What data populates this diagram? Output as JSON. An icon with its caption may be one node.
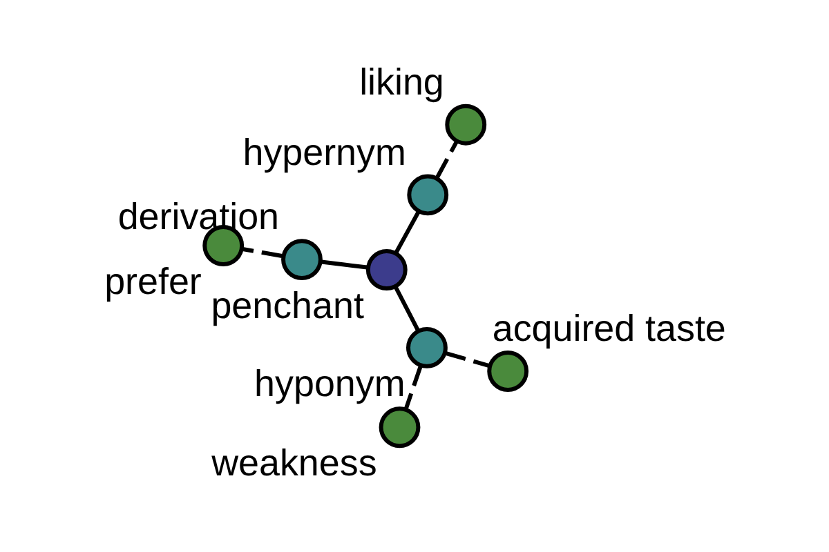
{
  "diagram": {
    "nodes": [
      {
        "text": [
          "penchant"
        ]
      },
      {
        "text": [
          "hyponym"
        ]
      },
      {
        "text": [
          "derivation"
        ]
      },
      {
        "text": [
          "hypernym"
        ]
      },
      {
        "text": [
          "acquired taste"
        ]
      },
      {
        "text": [
          "prefer"
        ]
      },
      {
        "text": [
          "weakness"
        ]
      },
      {
        "text": [
          "liking"
        ]
      }
    ],
    "edges": [
      {
        "from": 0,
        "to": 1,
        "arrow": "none"
      },
      {
        "from": 0,
        "to": 2,
        "arrow": "none"
      },
      {
        "from": 0,
        "to": 3,
        "arrow": "none"
      },
      {
        "from": 1,
        "to": 4,
        "arrow": "none",
        "style": "dashed"
      },
      {
        "from": 1,
        "to": 6,
        "arrow": "none",
        "style": "dashed"
      },
      {
        "from": 2,
        "to": 5,
        "arrow": "none",
        "style": "dashed"
      },
      {
        "from": 3,
        "to": 7,
        "arrow": "none",
        "style": "dashed"
      }
    ]
  }
}
